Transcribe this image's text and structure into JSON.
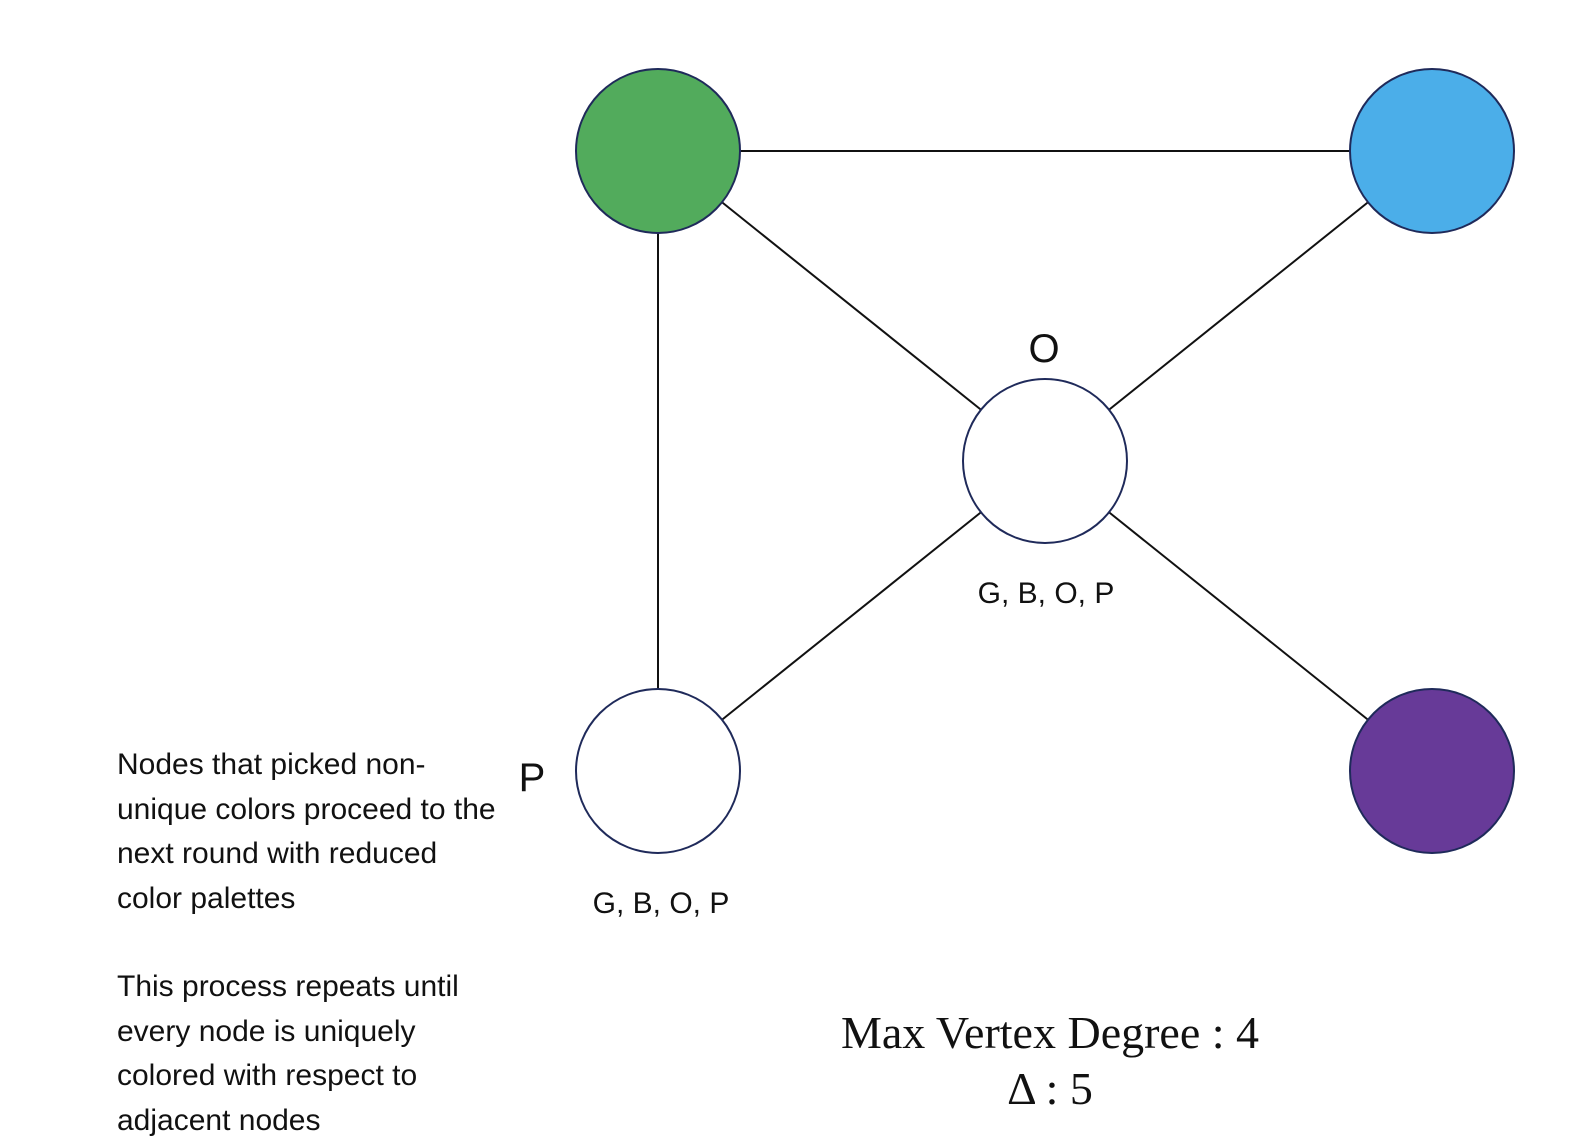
{
  "diagram": {
    "nodes": [
      {
        "id": "top-left",
        "fill": "#52ab5c",
        "label": ""
      },
      {
        "id": "top-right",
        "fill": "#4baee9",
        "label": ""
      },
      {
        "id": "center",
        "fill": "#ffffff",
        "label": "O",
        "palette": "G, B, O, P"
      },
      {
        "id": "bottom-left",
        "fill": "#ffffff",
        "label": "P",
        "palette": "G, B, O, P"
      },
      {
        "id": "bottom-right",
        "fill": "#673a98",
        "label": ""
      }
    ],
    "edges": [
      [
        "top-left",
        "top-right"
      ],
      [
        "top-left",
        "center"
      ],
      [
        "top-left",
        "bottom-left"
      ],
      [
        "top-right",
        "center"
      ],
      [
        "center",
        "bottom-left"
      ],
      [
        "center",
        "bottom-right"
      ]
    ]
  },
  "notes": {
    "paragraph_1": "Nodes that picked non-unique colors proceed to the next round with reduced color palettes",
    "paragraph_2": "This process repeats until every node is uniquely colored with respect to adjacent nodes"
  },
  "summary": {
    "line_1": "Max Vertex Degree : 4",
    "line_2": "Δ : 5"
  }
}
